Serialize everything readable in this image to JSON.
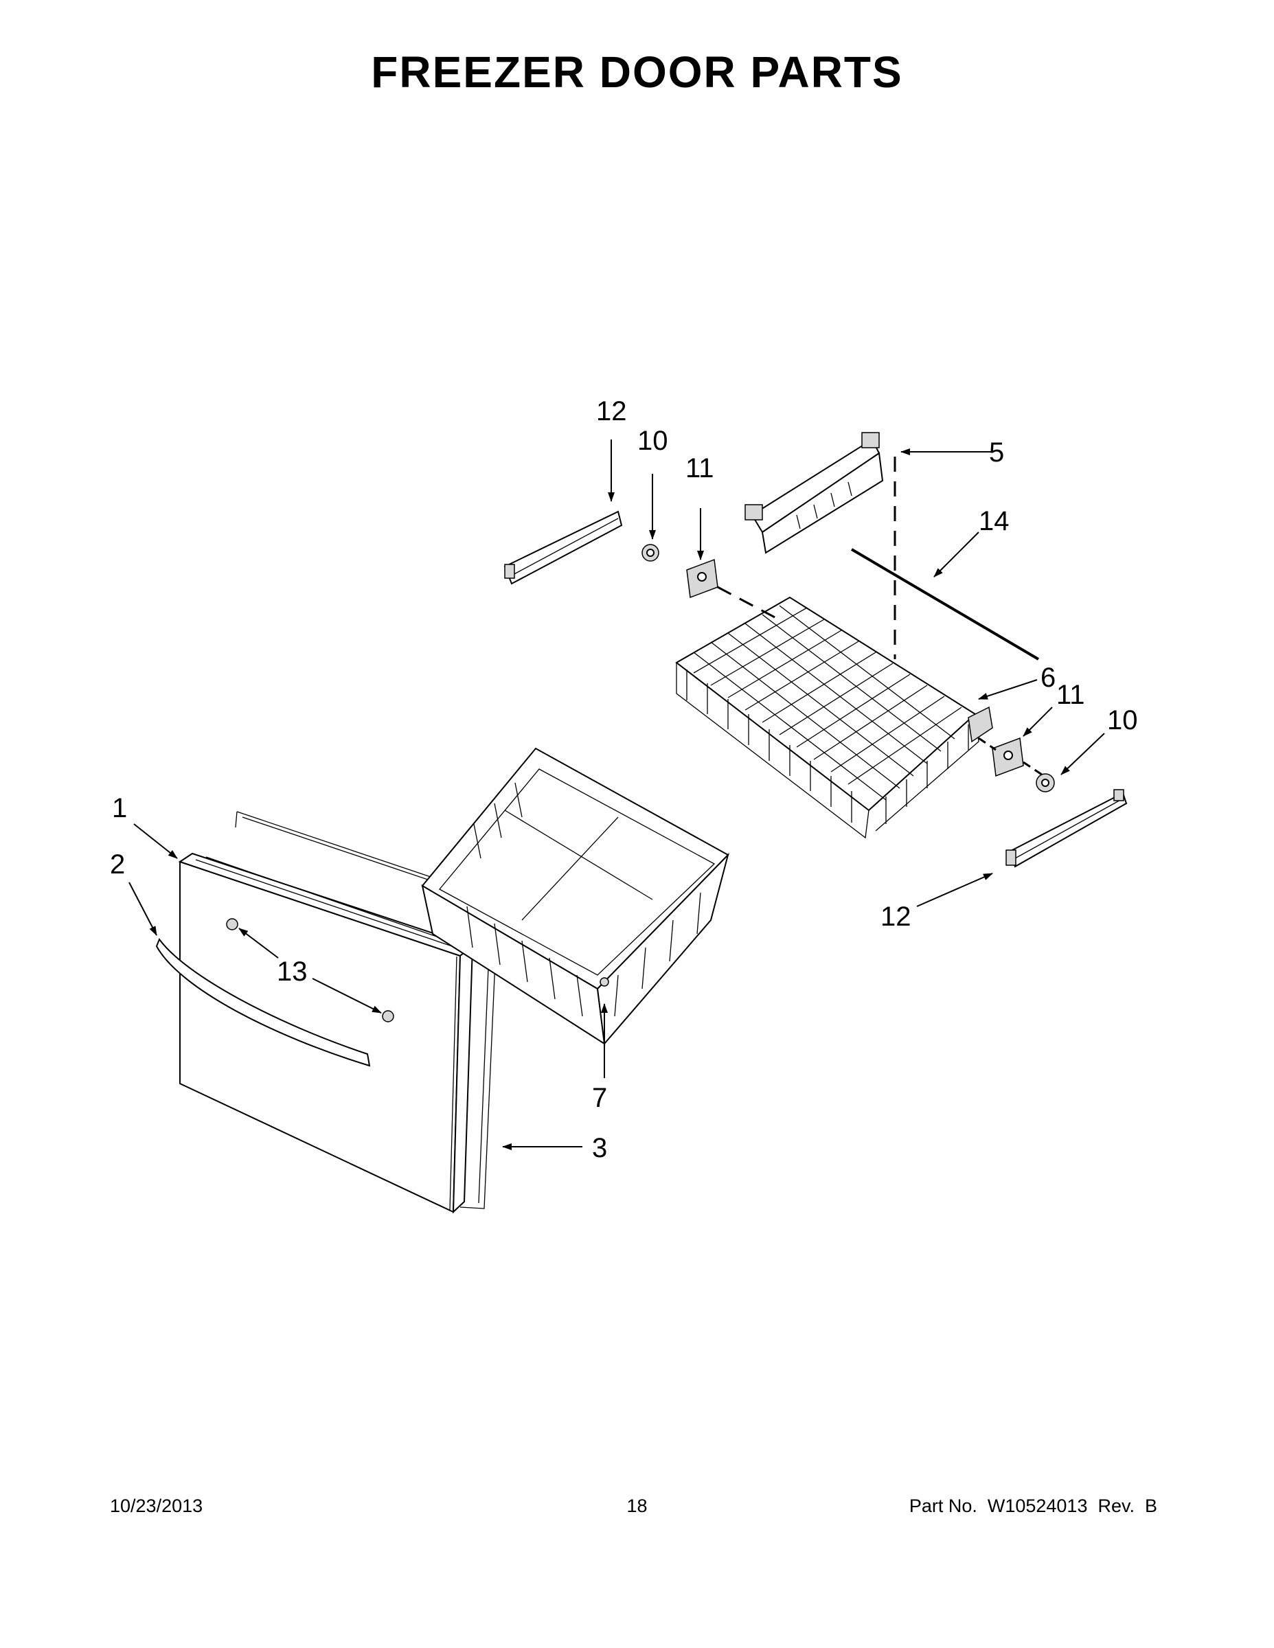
{
  "title": "FREEZER DOOR PARTS",
  "callouts": [
    {
      "id": "1",
      "label": "1"
    },
    {
      "id": "2",
      "label": "2"
    },
    {
      "id": "3",
      "label": "3"
    },
    {
      "id": "5",
      "label": "5"
    },
    {
      "id": "6",
      "label": "6"
    },
    {
      "id": "7",
      "label": "7"
    },
    {
      "id": "10a",
      "label": "10"
    },
    {
      "id": "10b",
      "label": "10"
    },
    {
      "id": "11a",
      "label": "11"
    },
    {
      "id": "11b",
      "label": "11"
    },
    {
      "id": "12a",
      "label": "12"
    },
    {
      "id": "12b",
      "label": "12"
    },
    {
      "id": "13",
      "label": "13"
    },
    {
      "id": "14",
      "label": "14"
    }
  ],
  "footer": {
    "date": "10/23/2013",
    "page": "18",
    "part_no": "Part No.  W10524013  Rev.  B"
  }
}
